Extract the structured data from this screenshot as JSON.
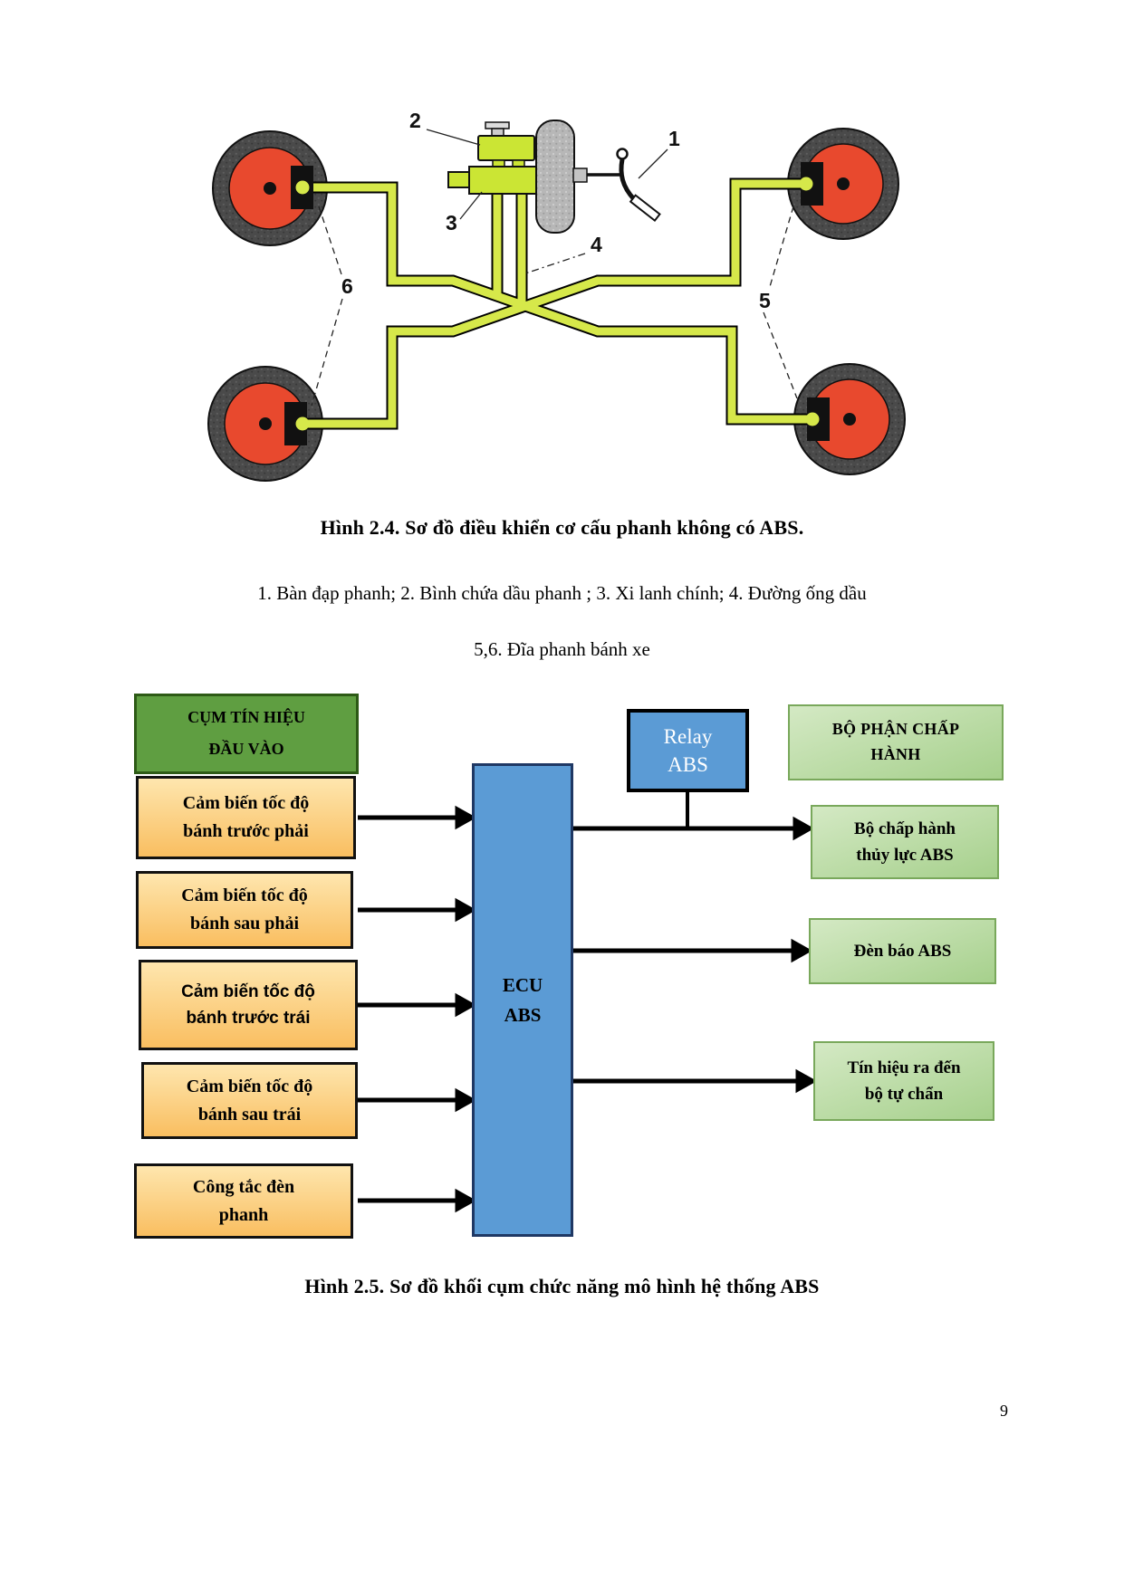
{
  "figure_top": {
    "caption": "Hình 2.4. Sơ đồ điều khiển cơ cấu phanh không có ABS.",
    "legend_line1": "1. Bàn đạp phanh; 2. Bình chứa dầu phanh ; 3. Xi lanh chính; 4. Đường ống dầu",
    "legend_line2": "5,6. Đĩa phanh bánh xe",
    "part_labels": [
      "1",
      "2",
      "3",
      "4",
      "5",
      "6"
    ]
  },
  "block_diagram": {
    "input_header": {
      "line1": "CỤM TÍN HIỆU",
      "line2": "ĐẦU VÀO"
    },
    "inputs": [
      {
        "line1": "Cảm biến tốc độ",
        "line2": "bánh trước phải"
      },
      {
        "line1": "Cảm biến tốc độ",
        "line2": "bánh sau phải"
      },
      {
        "line1": "Cảm biến tốc độ",
        "line2": "bánh trước trái"
      },
      {
        "line1": "Cảm biến tốc độ",
        "line2": "bánh sau trái"
      },
      {
        "line1": "Công tắc đèn",
        "line2": "phanh"
      }
    ],
    "ecu": {
      "line1": "ECU",
      "line2": "ABS"
    },
    "relay": {
      "line1": "Relay",
      "line2": "ABS"
    },
    "output_header": {
      "line1": "BỘ PHẬN CHẤP",
      "line2": "HÀNH"
    },
    "outputs": [
      {
        "line1": "Bộ chấp hành",
        "line2": "thủy lực ABS"
      },
      {
        "line1": "Đèn báo ABS",
        "line2": ""
      },
      {
        "line1": "Tín hiệu ra đến",
        "line2": "bộ tự chẩn"
      }
    ]
  },
  "caption_bottom": "Hình 2.5. Sơ đồ khối cụm chức năng mô hình hệ thống ABS",
  "page_number": "9",
  "colors": {
    "brake_line": "#d6e84a",
    "master_cylinder": "#cbe534",
    "wheel_hub_red": "#e8492e",
    "tire_gray": "#4a4a4a",
    "input_header_green": "#5f9e41",
    "sensor_orange": "#f9be60",
    "ecu_blue": "#5b9bd5",
    "actuator_green": "#a6d08c"
  }
}
